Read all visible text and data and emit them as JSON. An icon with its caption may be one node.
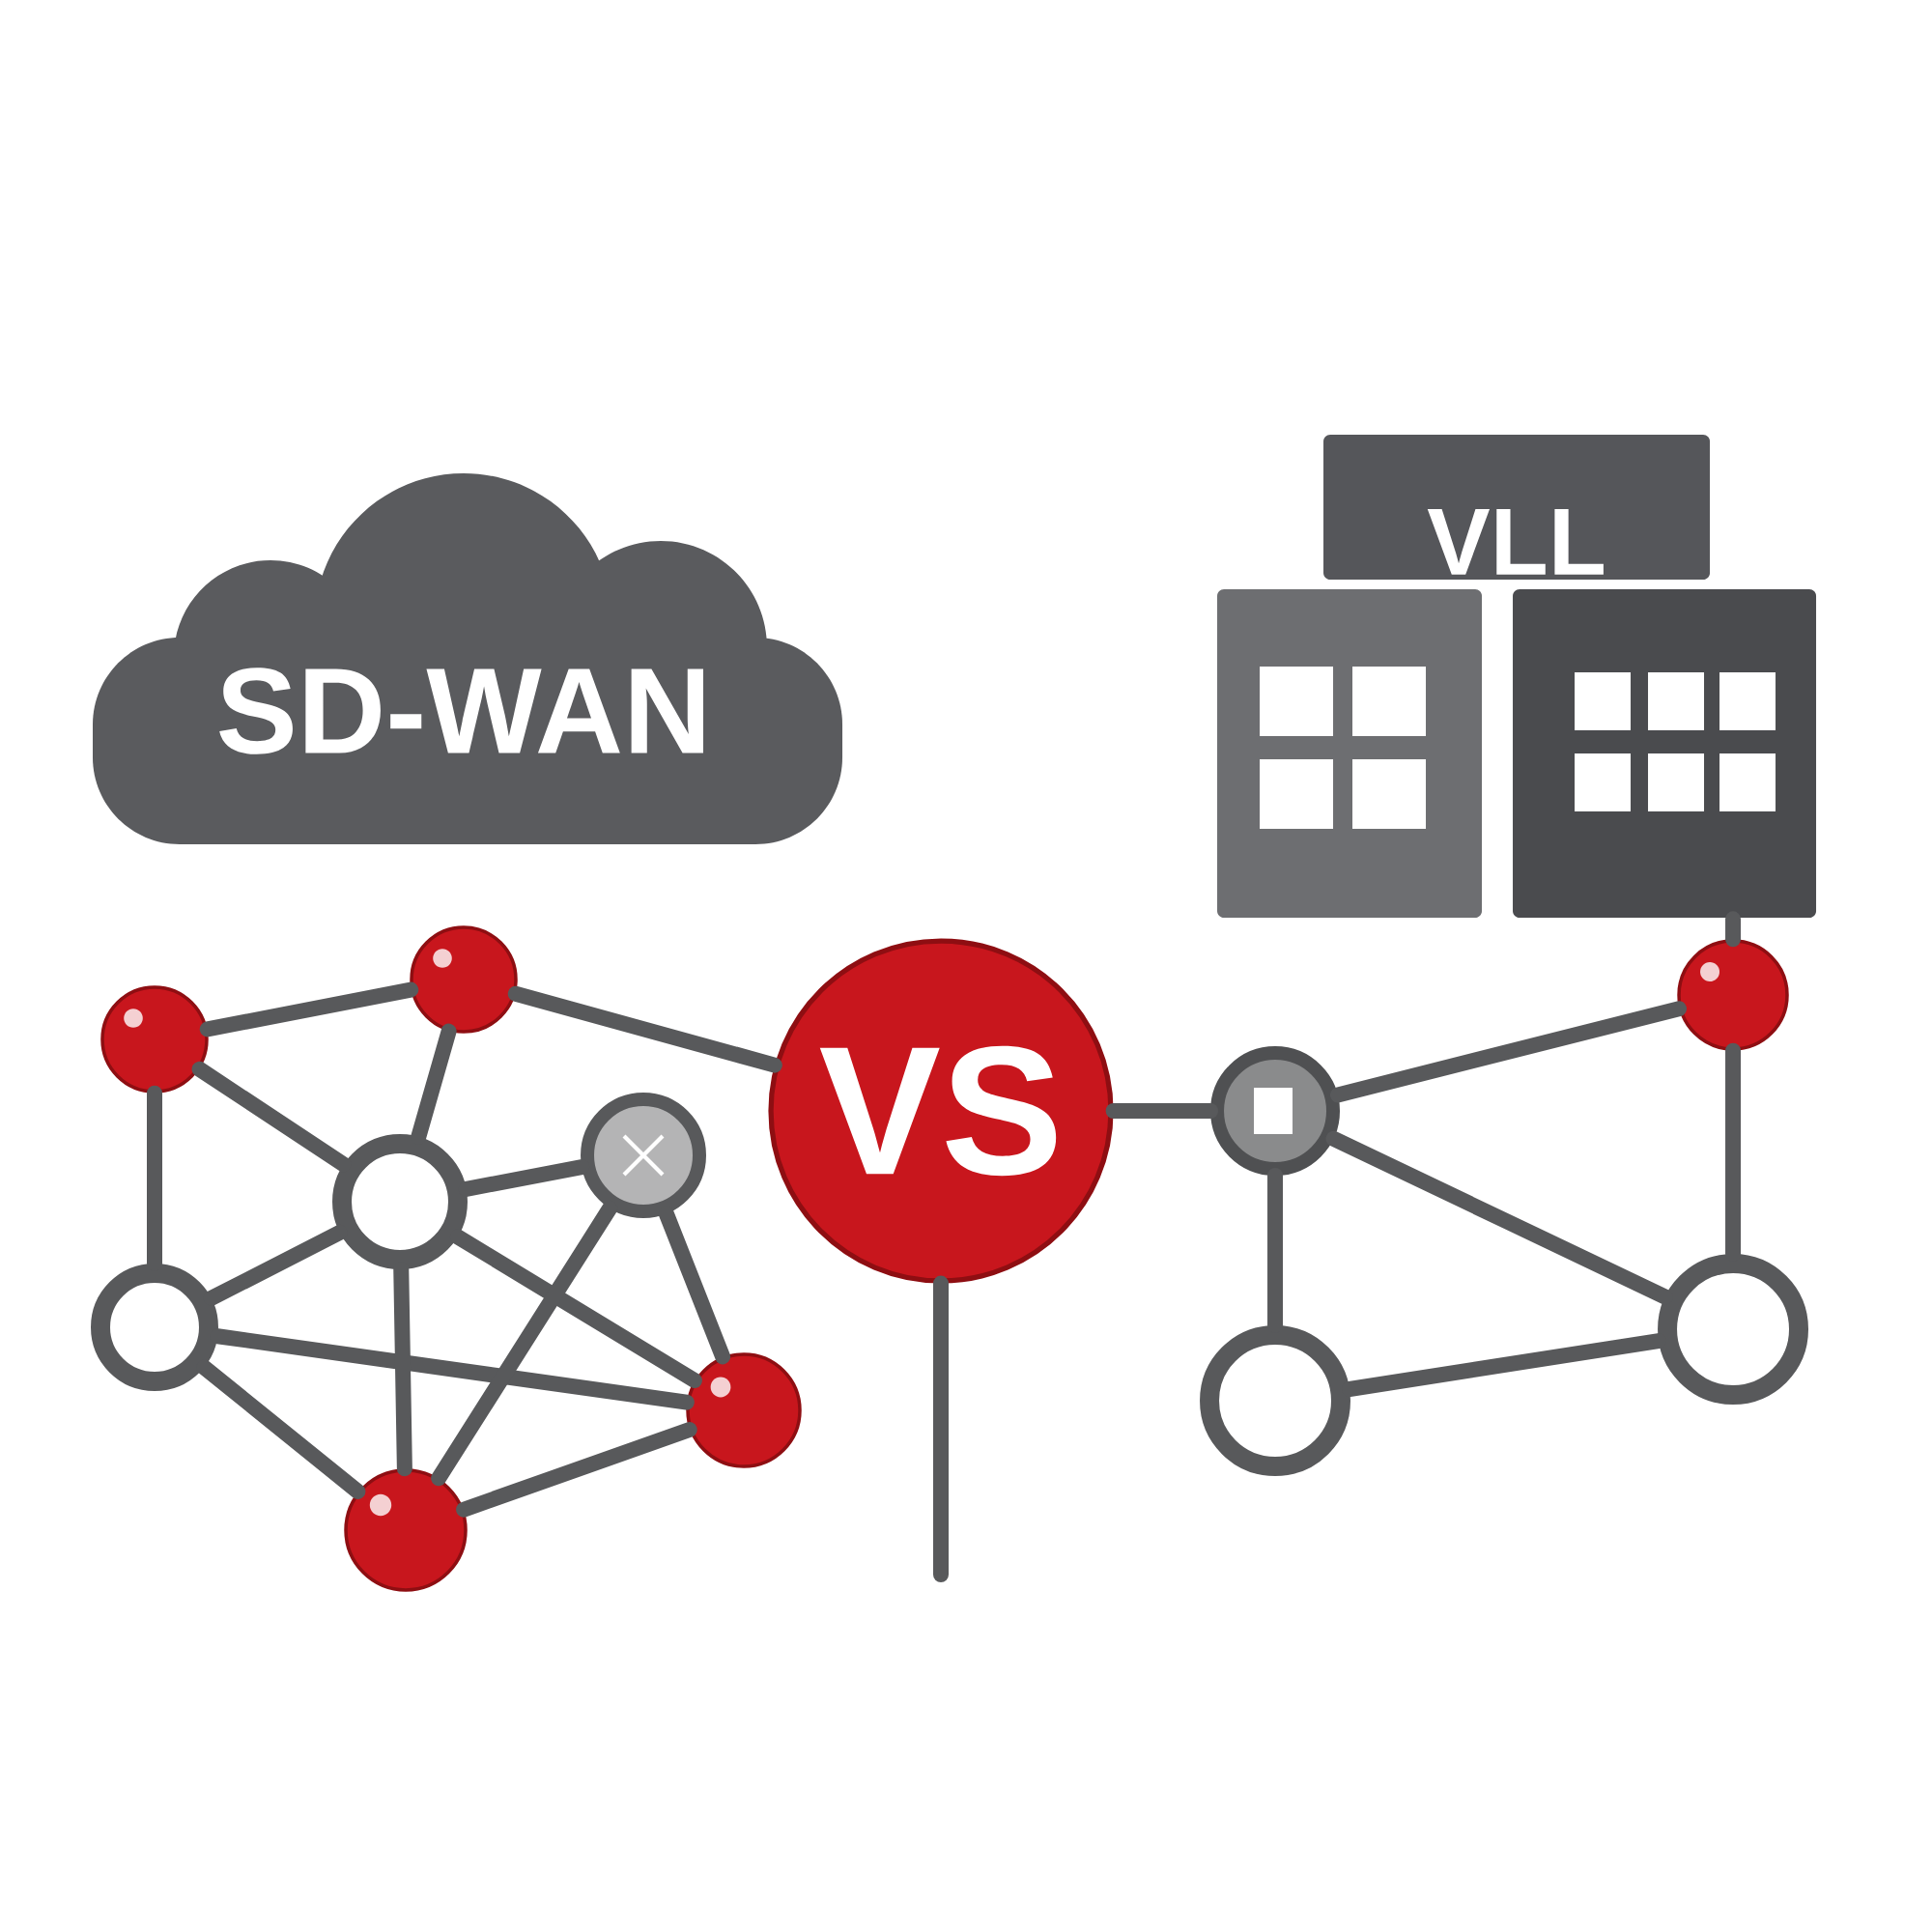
{
  "diagram": {
    "nodes": [
      {
        "text": [
          "SD-WAN"
        ]
      },
      {
        "text": [
          "VLL"
        ]
      },
      {
        "text": [
          "VS"
        ]
      },
      {
        "text": [],
        "shape": "circle"
      },
      {
        "text": [],
        "shape": "circle"
      },
      {
        "text": [],
        "shape": "circle"
      },
      {
        "text": [],
        "shape": "circle"
      },
      {
        "text": [],
        "shape": "circle"
      },
      {
        "text": [],
        "shape": "circle"
      },
      {
        "text": [],
        "shape": "circle"
      },
      {
        "text": [],
        "shape": "circle"
      },
      {
        "text": [],
        "shape": "circle"
      },
      {
        "text": [],
        "shape": "circle"
      },
      {
        "text": [],
        "shape": "circle"
      }
    ],
    "edges": [
      {
        "from": 3,
        "to": 4,
        "arrow": "none"
      },
      {
        "from": 4,
        "to": 2,
        "arrow": "none"
      },
      {
        "from": 3,
        "to": 6,
        "arrow": "none"
      },
      {
        "from": 4,
        "to": 6,
        "arrow": "none"
      },
      {
        "from": 6,
        "to": 5,
        "arrow": "none"
      },
      {
        "from": 3,
        "to": 7,
        "arrow": "none"
      },
      {
        "from": 7,
        "to": 6,
        "arrow": "none"
      },
      {
        "from": 7,
        "to": 8,
        "arrow": "none"
      },
      {
        "from": 6,
        "to": 9,
        "arrow": "none"
      },
      {
        "from": 6,
        "to": 8,
        "arrow": "none"
      },
      {
        "from": 5,
        "to": 9,
        "arrow": "none"
      },
      {
        "from": 5,
        "to": 8,
        "arrow": "none"
      },
      {
        "from": 7,
        "to": 9,
        "arrow": "none"
      },
      {
        "from": 9,
        "to": 8,
        "arrow": "none"
      },
      {
        "from": 2,
        "to": 10,
        "arrow": "none"
      },
      {
        "from": 2,
        "to": null,
        "arrow": "none"
      },
      {
        "from": 10,
        "to": 11,
        "arrow": "none"
      },
      {
        "from": 11,
        "to": 1,
        "arrow": "none"
      },
      {
        "from": 10,
        "to": 12,
        "arrow": "none"
      },
      {
        "from": 10,
        "to": 13,
        "arrow": "none"
      },
      {
        "from": 12,
        "to": 13,
        "arrow": "none"
      },
      {
        "from": 11,
        "to": 13,
        "arrow": "none"
      }
    ]
  }
}
